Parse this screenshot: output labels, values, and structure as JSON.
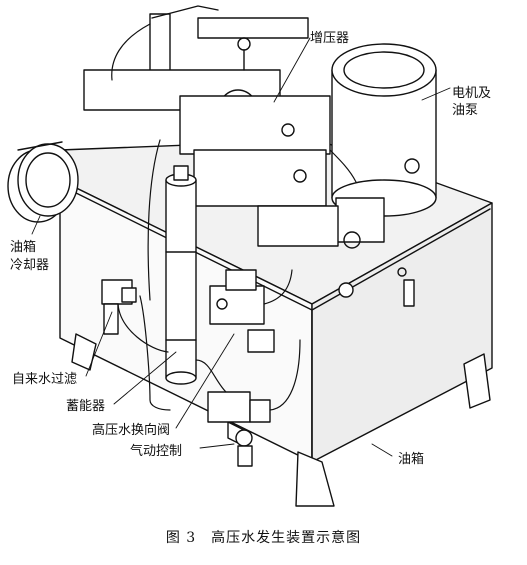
{
  "labels": {
    "booster": "增压器",
    "motor_pump_line1": "电机及",
    "motor_pump_line2": "油泵",
    "cooler_line1": "油箱",
    "cooler_line2": "冷却器",
    "water_filter": "自来水过滤",
    "accumulator": "蓄能器",
    "reversing_valve": "高压水换向阀",
    "pneumatic_control": "气动控制",
    "oil_tank": "油箱"
  },
  "caption": "图 3　高压水发生装置示意图"
}
